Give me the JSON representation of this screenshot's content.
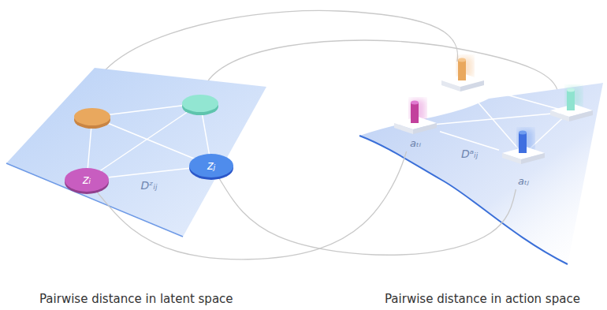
{
  "diagram": {
    "nodes": [
      {
        "text": [
          "zᵢ"
        ]
      },
      {
        "text": [
          "zⱼ"
        ]
      },
      {
        "text": [
          "aₜᵢ"
        ]
      },
      {
        "text": [
          "aₜⱼ"
        ]
      }
    ],
    "edges": [
      {
        "from": 0,
        "to": 1,
        "label": "Dᶻᵢⱼ",
        "arrow": "none"
      },
      {
        "from": 2,
        "to": 3,
        "label": "Dᵃᵢⱼ",
        "arrow": "none"
      },
      {
        "from": 0,
        "to": 2,
        "arrow": "none"
      },
      {
        "from": 1,
        "to": 3,
        "arrow": "none"
      }
    ],
    "labels": [
      "Pairwise distance in latent space",
      "Pairwise distance in action space"
    ]
  }
}
